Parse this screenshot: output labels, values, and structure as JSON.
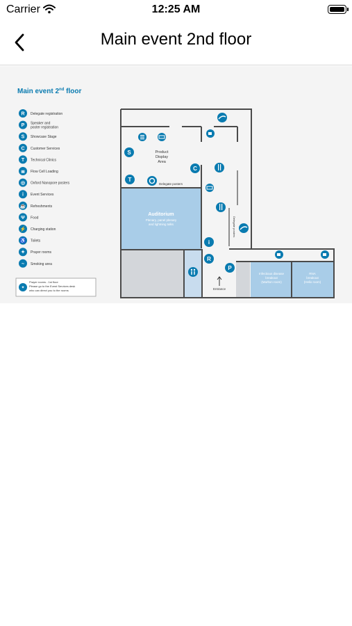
{
  "status_bar": {
    "carrier": "Carrier",
    "time": "12:25 AM"
  },
  "nav": {
    "title": "Main event 2nd floor"
  },
  "map": {
    "heading": "Main event 2",
    "heading_sup": "nd",
    "heading_tail": " floor",
    "legend": [
      {
        "glyph": "R",
        "label": "Delegate registration"
      },
      {
        "glyph": "P",
        "label": "Speaker and",
        "label2": "poster registration"
      },
      {
        "glyph": "S",
        "label": "Showcase Stage"
      },
      {
        "glyph": "C",
        "label": "Customer Services"
      },
      {
        "glyph": "T",
        "label": "Technical Clinics"
      },
      {
        "glyph": "≣",
        "label": "Flow Cell Loading"
      },
      {
        "glyph": "◎",
        "label": "Oxford Nanopore posters"
      },
      {
        "glyph": "i",
        "label": "Event Services"
      },
      {
        "glyph": "☕",
        "label": "Refreshments"
      },
      {
        "glyph": "Ψ",
        "label": "Food"
      },
      {
        "glyph": "⚡",
        "label": "Charging station"
      },
      {
        "glyph": "♿",
        "label": "Toilets"
      },
      {
        "glyph": "✦",
        "label": "Prayer rooms"
      },
      {
        "glyph": "~",
        "label": "Smoking area"
      }
    ],
    "note": {
      "glyph": "✦",
      "line1": "Prayer rooms - 1st floor",
      "line2": "Please go to the Event Services desk",
      "line3": "who can direct you to the rooms"
    },
    "rooms": {
      "product_display": [
        "Product",
        "Display",
        "Area"
      ],
      "delegate_posters": "Delegate posters",
      "auditorium_title": "Auditorium",
      "auditorium_sub1": "Plenary, panel plenary",
      "auditorium_sub2": "and lightning talks",
      "delegate_posters_vertical": "Delegate posters",
      "entrance": "Entrance",
      "infectious": [
        "Infectious disease",
        "breakout",
        "(Marlton room)"
      ],
      "rna": [
        "RNA",
        "breakout",
        "(Helix room)"
      ]
    },
    "map_icons": {
      "S": "S",
      "T": "T",
      "C": "C",
      "R": "R",
      "P": "P",
      "i": "i"
    },
    "colors": {
      "brand_blue": "#0a7bb0",
      "room_blue": "#a9cde8",
      "room_grey": "#d3d6da",
      "wall": "#4a4a4a"
    }
  }
}
